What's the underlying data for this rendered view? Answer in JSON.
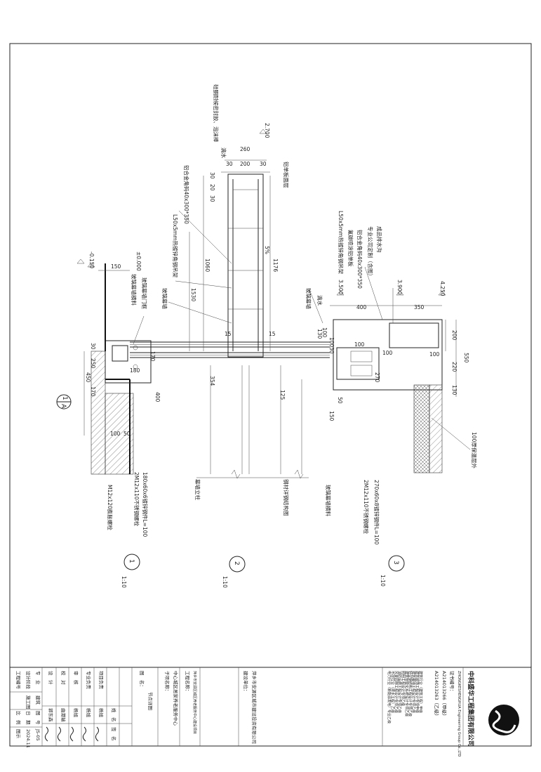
{
  "drawing": {
    "elevations": {
      "e1": "2.700",
      "e2": "±0.000",
      "e3": "-0.150",
      "e4": "3.500",
      "e5": "3.900",
      "e6": "4.250"
    },
    "dims_top": [
      "260",
      "30",
      "200",
      "30"
    ],
    "dims_side": [
      "30",
      "20",
      "30"
    ],
    "dims_mid": [
      "1060",
      "1530",
      "1176",
      "5%"
    ],
    "dims_low": [
      "150",
      "30",
      "250",
      "450",
      "170",
      "180",
      "170",
      "400",
      "354",
      "125",
      "15",
      "15"
    ],
    "dims_canopy": [
      "400",
      "350",
      "200",
      "550",
      "220",
      "130",
      "100",
      "100",
      "100",
      "100",
      "270",
      "130",
      "100",
      "30",
      "50",
      "150"
    ],
    "dims_base": [
      "100",
      "50"
    ],
    "labels_left": [
      "硅酮耐候密封胶、泡沫棒",
      "铝合金角码40x300*350",
      "L50x5mm热镀锌角钢吊架",
      "玻璃幕墙",
      "玻璃幕墙门框",
      "玻璃幕墙横料"
    ],
    "labels_top": [
      "滴水",
      "铝单板面层"
    ],
    "labels_right": [
      "成品排水沟",
      "专业公司定制（含图）",
      "铝合金角码40x300*350",
      "氟碳喷涂铝单板",
      "L50x5mm热镀锌角钢吊架",
      "滴水",
      "玻璃幕墙"
    ],
    "labels_bottom": [
      "M12x120膨胀螺栓",
      "180x60x6镀锌钢件L=100",
      "2M12x110不锈钢螺栓",
      "幕墙立柱",
      "钢材详钢结构图",
      "玻璃幕墙横料",
      "270x60x8镀锌钢件L=100",
      "2M12x110不锈钢螺栓",
      "100厚保温层外"
    ],
    "section_marks": [
      {
        "num": "1",
        "sheet": "A"
      }
    ],
    "callouts": [
      {
        "num": "1",
        "scale": "1:10"
      },
      {
        "num": "2",
        "scale": "1:10"
      },
      {
        "num": "3",
        "scale": "1:10"
      }
    ]
  },
  "title_block": {
    "company": "中科盛华工程集团有限公司",
    "company_en": "ZHONGKESHENGHUA Engineering Group Co.,LTD",
    "cert_label": "证书编号：",
    "cert_1": "A214013266（甲级）",
    "cert_2": "A214013263（乙级）",
    "notes": [
      "建筑行业（建筑工程）甲级",
      "建筑装饰工程设计专项甲级",
      "建筑幕墙工程设计专项乙级",
      "轻型钢结构工程设计专项乙级",
      "建筑智能化系统设计专项乙级",
      "照明工程设计专项乙级",
      "消防设施工程设计专项乙级",
      "风景园林工程设计专项乙级",
      "市政行业（排水工程）乙级",
      "电力行业（新能源发电）专业乙级"
    ],
    "client_label": "建设单位：",
    "client": "萍乡市安源区城市建设投资有限公司",
    "project_label": "工程名称：",
    "project": "萍乡市安源区城区养老服务中心建设项目",
    "subproject_label": "子项名称：",
    "subproject": "中心城区居家养老服务中心",
    "drawing_name_label": "图　名：",
    "drawing_name": "节点详图",
    "roles": [
      {
        "role": "项目负责",
        "name": "杨旭"
      },
      {
        "role": "专业负责",
        "name": "杨旭"
      },
      {
        "role": "审　核",
        "name": "杨旭"
      },
      {
        "role": "校　对",
        "name": "曲港瑞"
      },
      {
        "role": "设　计",
        "name": "郭东森"
      }
    ],
    "sign_header": "姓　名",
    "sign_header2": "签　名",
    "fields": [
      {
        "label": "工程编号",
        "value": ""
      },
      {
        "label": "设计阶段",
        "value": "施工图"
      },
      {
        "label": "专　业",
        "value": "建筑"
      },
      {
        "label": "图　号",
        "value": "JS-05"
      },
      {
        "label": "比　例",
        "value": "图示"
      },
      {
        "label": "日　期",
        "value": "2024.11"
      }
    ]
  }
}
